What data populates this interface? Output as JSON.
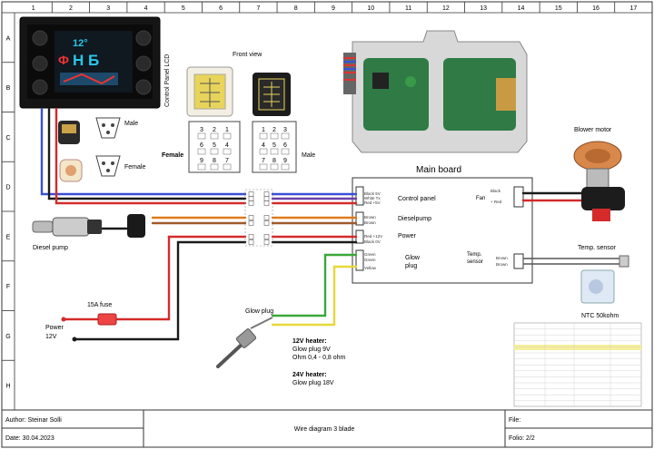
{
  "grid": {
    "columns": [
      "1",
      "2",
      "3",
      "4",
      "5",
      "6",
      "7",
      "8",
      "9",
      "10",
      "11",
      "12",
      "13",
      "14",
      "15",
      "16",
      "17"
    ],
    "rows": [
      "A",
      "B",
      "C",
      "D",
      "E",
      "F",
      "G",
      "H"
    ]
  },
  "components": {
    "control_panel_lcd": "Control Panel LCD",
    "lcd_digits": "12°",
    "lcd_small": "Ф",
    "lcd_main": "Н  Б",
    "front_view": "Front view",
    "female": "Female",
    "male": "Male",
    "main_board": "Main board",
    "blower_motor": "Blower motor",
    "temp_sensor": "Temp. sensor",
    "ntc": "NTC 50kohm",
    "diesel_pump": "Diesel pump",
    "fuse": "15A fuse",
    "power_line1": "Power",
    "power_line2": "12V",
    "glow_plug": "Glow plug"
  },
  "connector_pins": {
    "female": [
      "3",
      "2",
      "1",
      "6",
      "5",
      "4",
      "9",
      "8",
      "7"
    ],
    "male": [
      "1",
      "2",
      "3",
      "4",
      "5",
      "6",
      "7",
      "8",
      "9"
    ]
  },
  "board_labels": {
    "control_panel": "Control panel",
    "dieselpump": "Dieselpump",
    "power": "Power",
    "glow_plug_1": "Glow",
    "glow_plug_2": "plug",
    "fan": "Fan",
    "temp_1": "Temp.",
    "temp_2": "sensor"
  },
  "wire_labels": {
    "cp": [
      "Black 5V",
      "White Tx",
      "Red +5V"
    ],
    "dp": [
      "Brown",
      "Brown"
    ],
    "pw": [
      "Red +12V",
      "Black 0V"
    ],
    "gp": [
      "Green",
      "Green",
      "Yellow"
    ],
    "fan": [
      "Black",
      "+ Red"
    ],
    "ts": [
      "Brown",
      "Brown"
    ]
  },
  "notes": {
    "h12_title": "12V heater:",
    "h12_line1": "Glow plug 9V",
    "h12_line2": "Ohm 0,4 - 0,8 ohm",
    "h24_title": "24V heater:",
    "h24_line1": "Glow plug 18V"
  },
  "title_block": {
    "author": "Author: Steinar Solli",
    "date": "Date: 30.04.2023",
    "title": "Wire diagram 3 blade",
    "file": "File:",
    "folio": "Folio: 2/2"
  },
  "colors": {
    "blue": "#3a4fd6",
    "purple": "#6b3fa8",
    "red": "#d42a2a",
    "black": "#1a1a1a",
    "brown": "#a05a2c",
    "orange": "#e07a1a",
    "green": "#3aa83a",
    "yellow": "#e8d83a",
    "lcd_cyan": "#28c8e8",
    "board_green": "#2f7a45"
  }
}
